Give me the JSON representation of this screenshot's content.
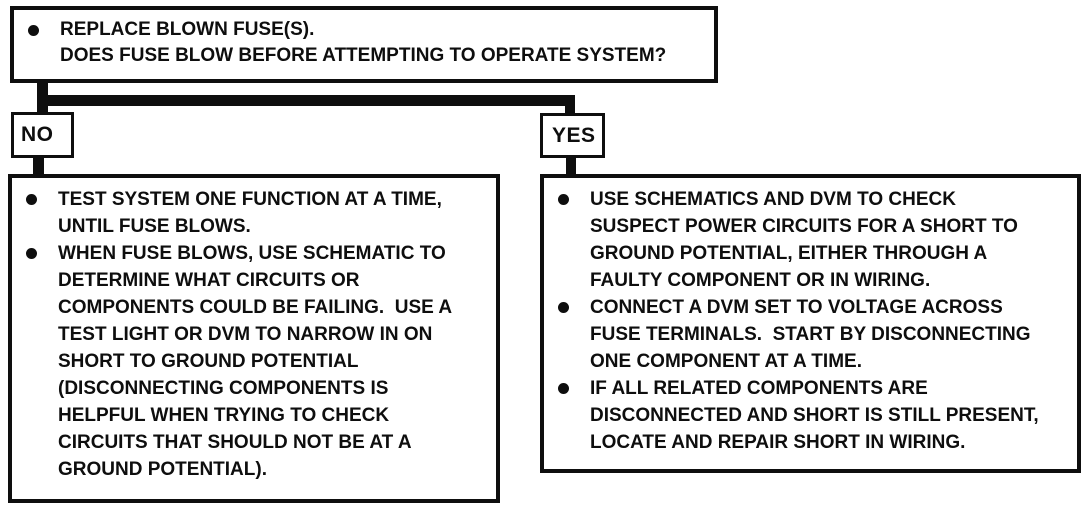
{
  "diagram": {
    "type": "flowchart",
    "topic": "blown fuse troubleshooting",
    "colors": {
      "ink": "#0e0e0e",
      "paper": "#ffffff"
    },
    "root": {
      "text": "REPLACE BLOWN FUSE(S).\nDOES FUSE BLOW BEFORE ATTEMPTING TO OPERATE SYSTEM?"
    },
    "branches": {
      "no": {
        "label": "NO",
        "steps": [
          "TEST SYSTEM ONE FUNCTION AT A TIME,\nUNTIL FUSE BLOWS.",
          "WHEN FUSE BLOWS, USE SCHEMATIC TO\nDETERMINE WHAT CIRCUITS OR\nCOMPONENTS COULD BE FAILING.  USE A\nTEST LIGHT OR DVM TO NARROW IN ON\nSHORT TO GROUND POTENTIAL\n(DISCONNECTING COMPONENTS IS\nHELPFUL WHEN TRYING TO CHECK\nCIRCUITS THAT SHOULD NOT BE AT A\nGROUND POTENTIAL)."
        ]
      },
      "yes": {
        "label": "YES",
        "steps": [
          "USE SCHEMATICS AND DVM TO CHECK\nSUSPECT POWER CIRCUITS FOR A SHORT TO\nGROUND POTENTIAL, EITHER THROUGH A\nFAULTY COMPONENT OR IN WIRING.",
          "CONNECT A DVM SET TO VOLTAGE ACROSS\nFUSE TERMINALS.  START BY DISCONNECTING\nONE COMPONENT AT A TIME.",
          "IF ALL RELATED COMPONENTS ARE\nDISCONNECTED AND SHORT IS STILL PRESENT,\nLOCATE AND REPAIR SHORT IN WIRING."
        ]
      }
    }
  }
}
